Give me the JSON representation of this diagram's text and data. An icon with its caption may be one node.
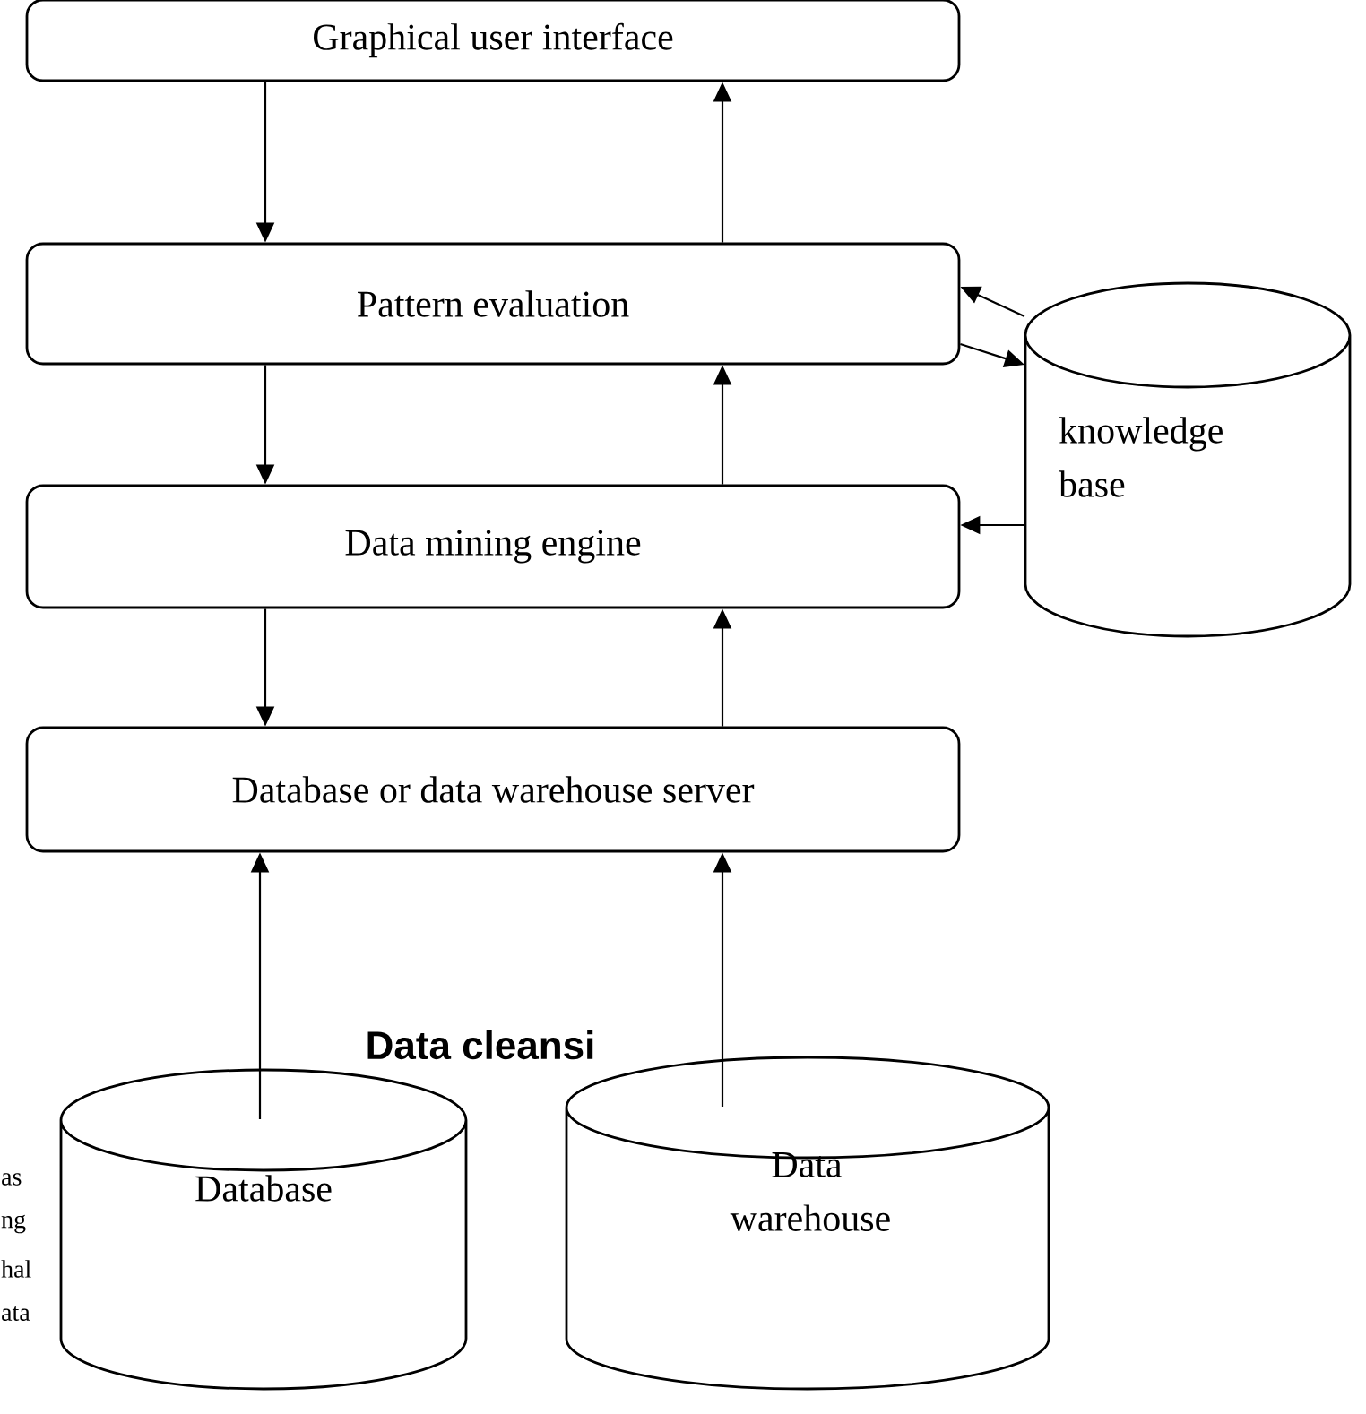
{
  "diagram": {
    "nodes": [
      {
        "text": [
          "Graphical user interface"
        ]
      },
      {
        "text": [
          "Pattern evaluation"
        ]
      },
      {
        "text": [
          "Data mining engine"
        ]
      },
      {
        "text": [
          "Database or data warehouse server"
        ]
      },
      {
        "text": [
          "knowledge base"
        ]
      },
      {
        "text": [
          "Database"
        ]
      },
      {
        "text": [
          "Data warehouse"
        ]
      }
    ],
    "edges": [
      {
        "from": 0,
        "to": 1,
        "arrow": "to"
      },
      {
        "from": 1,
        "to": 0,
        "arrow": "to"
      },
      {
        "from": 4,
        "to": 1,
        "arrow": "to"
      },
      {
        "from": 1,
        "to": 4,
        "arrow": "to"
      },
      {
        "from": 1,
        "to": 2,
        "arrow": "to"
      },
      {
        "from": 2,
        "to": 1,
        "arrow": "to"
      },
      {
        "from": 4,
        "to": 2,
        "arrow": "to"
      },
      {
        "from": 2,
        "to": 3,
        "arrow": "to"
      },
      {
        "from": 3,
        "to": 2,
        "arrow": "to"
      },
      {
        "from": 5,
        "to": 3,
        "arrow": "to"
      },
      {
        "from": 6,
        "to": 3,
        "arrow": "to"
      }
    ],
    "labels": [
      "Data cleansi",
      "as",
      "ng",
      "hal",
      "ata"
    ]
  }
}
